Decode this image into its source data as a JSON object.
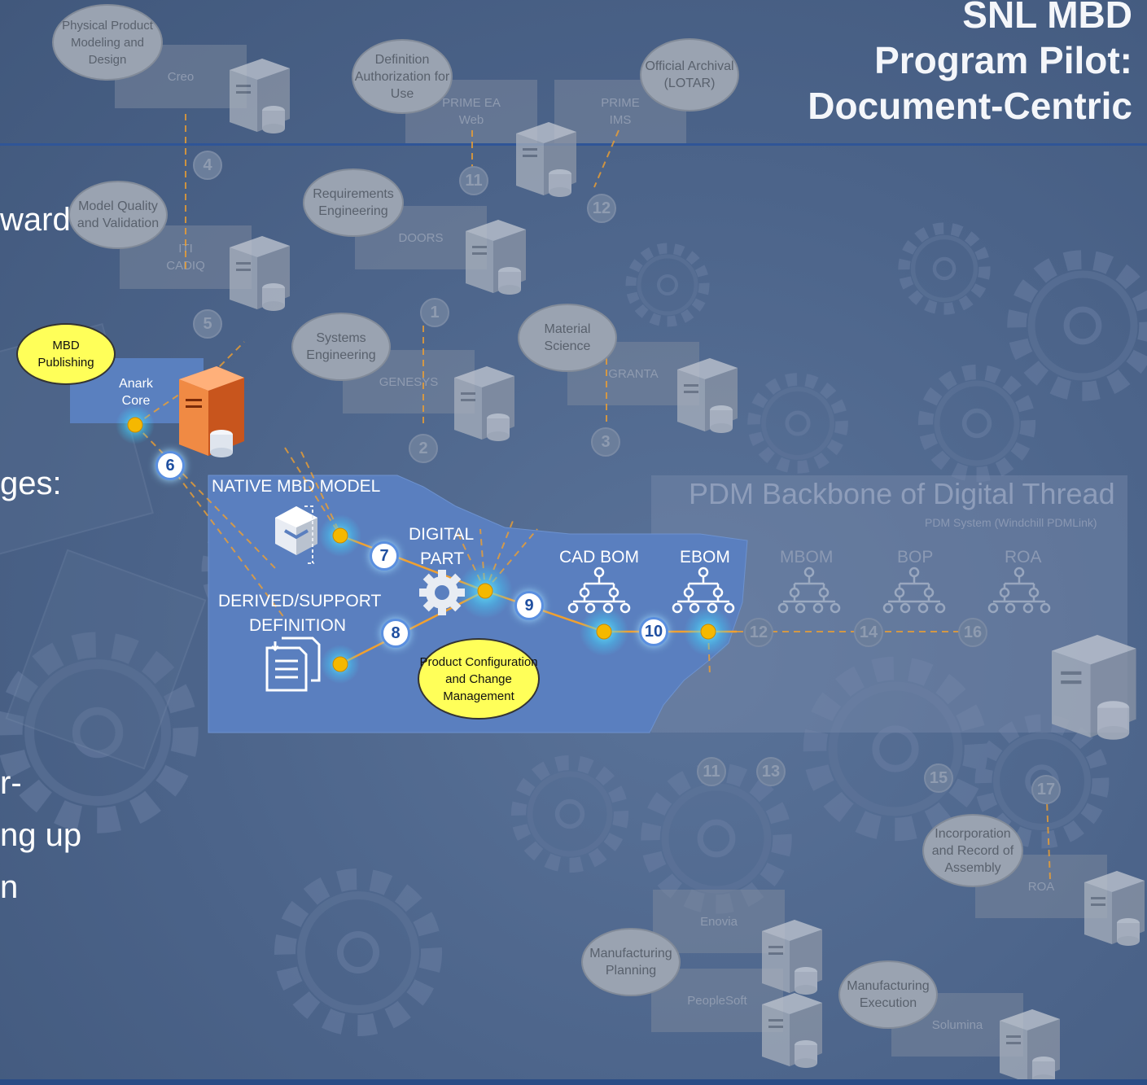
{
  "header": {
    "title_lines": [
      "SNL MBD",
      "Program Pilot:",
      "Document-Centric"
    ]
  },
  "left_text_clips": [
    "ward",
    "ges:",
    "r-",
    "ng up",
    "n"
  ],
  "ellipses": {
    "physical": "Physical Product Modeling and Design",
    "definition_auth": "Definition Authorization for Use",
    "official_archival": "Official Archival (LOTAR)",
    "model_quality": "Model Quality and Validation",
    "requirements": "Requirements Engineering",
    "mbd_publishing": "MBD Publishing",
    "systems": "Systems Engineering",
    "material": "Material Science",
    "product_config": "Product Configuration and Change Management",
    "incorporation": "Incorporation and Record of Assembly",
    "mfg_planning": "Manufacturing Planning",
    "mfg_execution": "Manufacturing Execution"
  },
  "systems": {
    "creo": "Creo",
    "prime_ea": "PRIME EA Web",
    "prime_ims": "PRIME IMS",
    "iti_cadiq": "ITI CADIQ",
    "doors": "DOORS",
    "anark": "Anark Core",
    "genesys": "GENESYS",
    "granta": "GRANTA",
    "enovia": "Enovia",
    "peoplesoft": "PeopleSoft",
    "solumina": "Solumina",
    "roa_sys": "ROA"
  },
  "pdm": {
    "title": "PDM Backbone of Digital Thread",
    "subtitle": "PDM System (Windchill PDMLink)",
    "native_model": "NATIVE MBD MODEL",
    "digital_part_1": "DIGITAL",
    "digital_part_2": "PART",
    "derived_1": "DERIVED/SUPPORT",
    "derived_2": "DEFINITION",
    "cad_bom": "CAD BOM",
    "ebom": "EBOM",
    "mbom": "MBOM",
    "bop": "BOP",
    "roa": "ROA"
  },
  "numbers": {
    "n1": "1",
    "n2": "2",
    "n3": "3",
    "n4": "4",
    "n5": "5",
    "n6": "6",
    "n7": "7",
    "n8": "8",
    "n9": "9",
    "n10": "10",
    "n11a": "11",
    "n11b": "11",
    "n12a": "12",
    "n12b": "12",
    "n13": "13",
    "n14": "14",
    "n15": "15",
    "n16": "16",
    "n17": "17"
  },
  "colors": {
    "background": "#4b6389",
    "title": "#f4f6fa",
    "rule": "#2f5597",
    "pdm_panel": "#5b7bb5",
    "highlight_ellipse": "#ffff59",
    "node_glow": "#3fe0ff",
    "node_dot": "#f5b800",
    "link_line": "#f0a030",
    "anark_server": "#e8682a"
  }
}
